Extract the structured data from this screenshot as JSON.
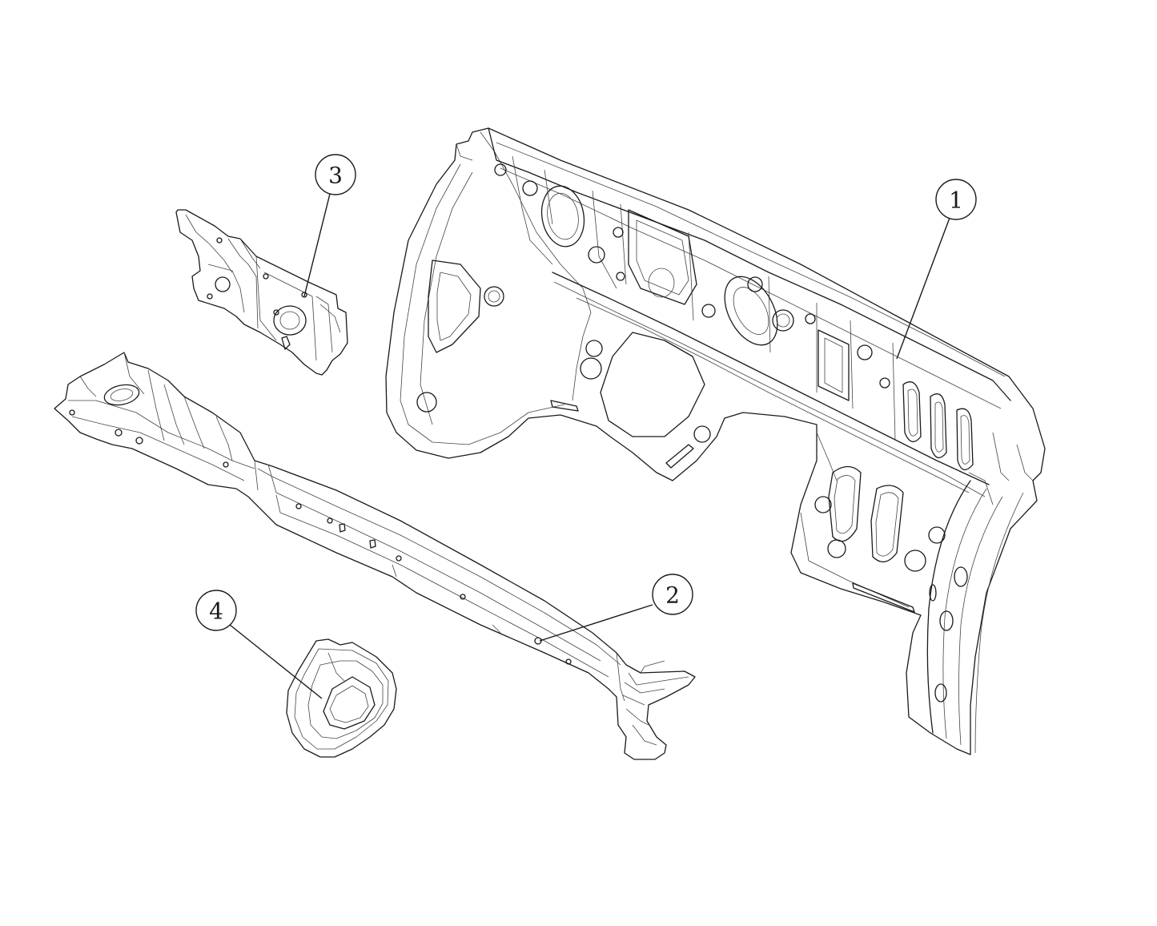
{
  "callouts": [
    {
      "id": "callout-1",
      "label": "1"
    },
    {
      "id": "callout-2",
      "label": "2"
    },
    {
      "id": "callout-3",
      "label": "3"
    },
    {
      "id": "callout-4",
      "label": "4"
    }
  ],
  "colors": {
    "line": "#1a1a1a",
    "background": "#ffffff"
  }
}
